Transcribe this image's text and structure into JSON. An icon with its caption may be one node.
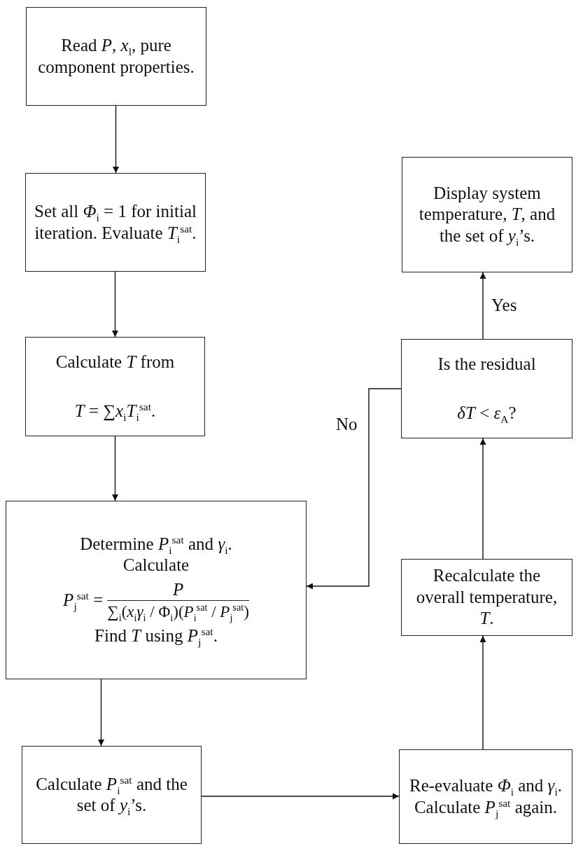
{
  "diagram": {
    "nodes": [
      {
        "text": [
          "Read *P*, *x*$_{l}$, pure component properties."
        ]
      },
      {
        "text": [
          "Set all *Φ*$_{i}$ = 1 for initial iteration. Evaluate *T*$_{i}$$^{sat}$."
        ]
      },
      {
        "text": [
          "Calculate *T* from",
          "*T* = ∑*x*$_{i}$*T*$_{i}$$^{sat}$."
        ]
      },
      {
        "text": [
          "Determine *P*$_{i}$$^{sat}$ and *γ*$_{i}$.",
          "Calculate",
          "*P*$_{j}$$^{sat}$ =",
          "*P*",
          "∑$_{i}$(*x*$_{i}$*γ*$_{i}$ / Φ$_{i}$)(*P*$_{i}$$^{sat}$ / *P*$_{j}$$^{sat}$)",
          "Find *T* using *P*$_{j}$$^{sat}$."
        ]
      },
      {
        "text": [
          "Calculate *P*$_{i}$$^{sat}$ and the set of *y*$_{i}$’s."
        ]
      },
      {
        "text": [
          "Re-evaluate *Φ*$_{i}$ and *γ*$_{i}$. Calculate *P*$_{j}$$^{sat}$ again."
        ]
      },
      {
        "text": [
          "Recalculate the overall temperature, *T*."
        ]
      },
      {
        "text": [
          "Is the residual",
          "*δT* < *ε*$_{A}$?"
        ]
      },
      {
        "text": [
          "Display system temperature, *T*, and the set of *y*$_{i}$’s."
        ]
      }
    ],
    "edges": [
      {
        "from": 0,
        "to": 1,
        "arrow": "to"
      },
      {
        "from": 1,
        "to": 2,
        "arrow": "to"
      },
      {
        "from": 2,
        "to": 3,
        "arrow": "to"
      },
      {
        "from": 3,
        "to": 4,
        "arrow": "to"
      },
      {
        "from": 4,
        "to": 5,
        "arrow": "to"
      },
      {
        "from": 5,
        "to": 6,
        "arrow": "to"
      },
      {
        "from": 6,
        "to": 7,
        "arrow": "to"
      },
      {
        "from": 7,
        "to": 8,
        "arrow": "to",
        "label": "Yes"
      },
      {
        "from": 7,
        "to": 3,
        "arrow": "to",
        "label": "No"
      }
    ]
  }
}
